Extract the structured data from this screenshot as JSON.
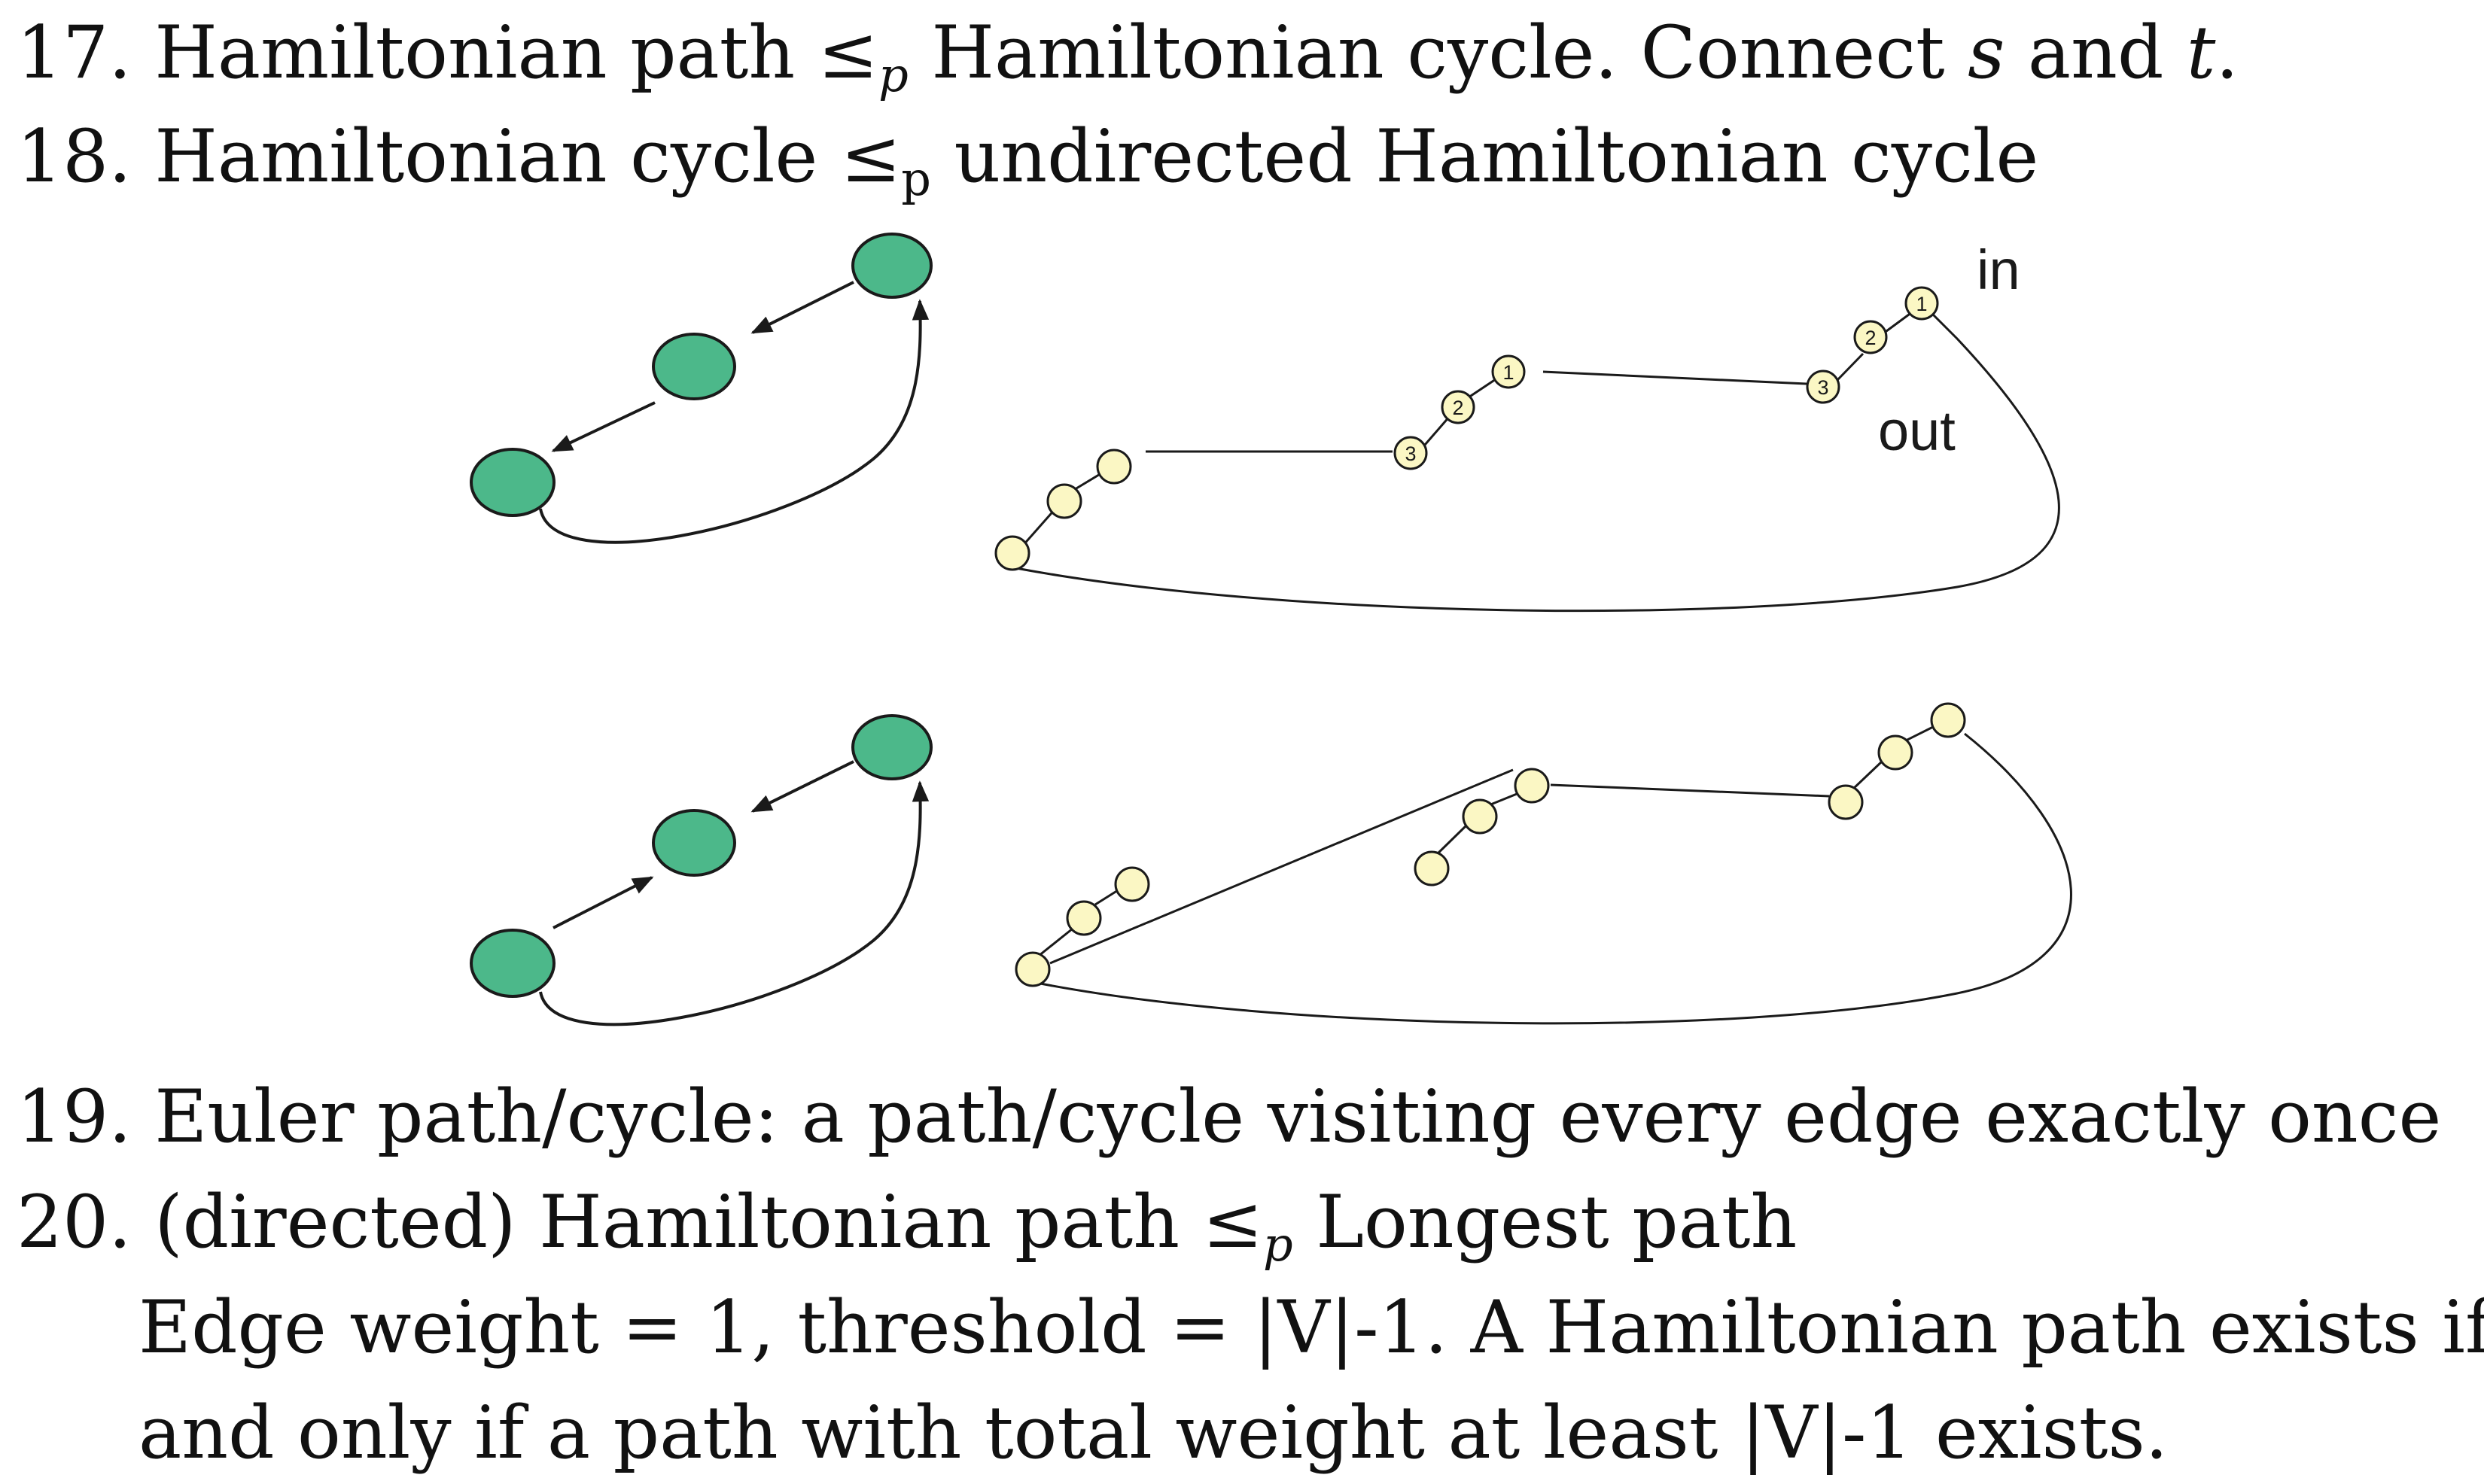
{
  "items": [
    {
      "num": "17.",
      "pre": "Hamiltonian path ≤",
      "sub": "p",
      "mid": " Hamiltonian cycle.  Connect ",
      "s": "s",
      "and": " and ",
      "t": "t",
      "end": "."
    },
    {
      "num": "18.",
      "pre": "Hamiltonian cycle ≤",
      "sub": "p",
      "post": " undirected Hamiltonian cycle"
    },
    {
      "num": "19.",
      "text": "Euler path/cycle: a path/cycle visiting every edge exactly once"
    },
    {
      "num": "20.",
      "pre": "(directed) Hamiltonian path ≤",
      "sub": "p",
      "post": " Longest path",
      "cont1": "Edge weight = 1, threshold = |V|-1. A Hamiltonian path exists if",
      "cont2": "and only if a path with total weight at least |V|-1 exists."
    }
  ],
  "figure": {
    "label_in": "in",
    "label_out": "out",
    "node_numbers": [
      "1",
      "2",
      "3"
    ],
    "colors": {
      "directed_node": "#4cb88a",
      "undirected_node": "#fbf7c4",
      "stroke": "#1a1a1a"
    }
  }
}
